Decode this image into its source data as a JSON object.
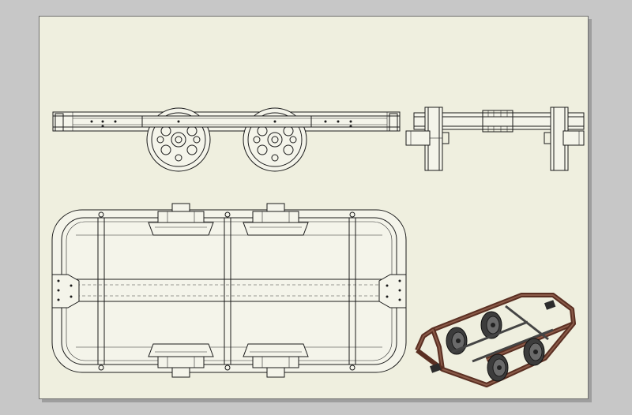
{
  "sheet": {
    "background": "#efefdf",
    "border": "#6f6f6f"
  },
  "workspace": {
    "background": "#c7c7c7"
  },
  "views": [
    {
      "name": "front-view"
    },
    {
      "name": "side-view"
    },
    {
      "name": "top-view"
    },
    {
      "name": "isometric-view"
    }
  ],
  "colors": {
    "line": "#1b1b1b",
    "frame_metal": "#6b3a2a",
    "wheel_dark": "#3c3c3c"
  }
}
